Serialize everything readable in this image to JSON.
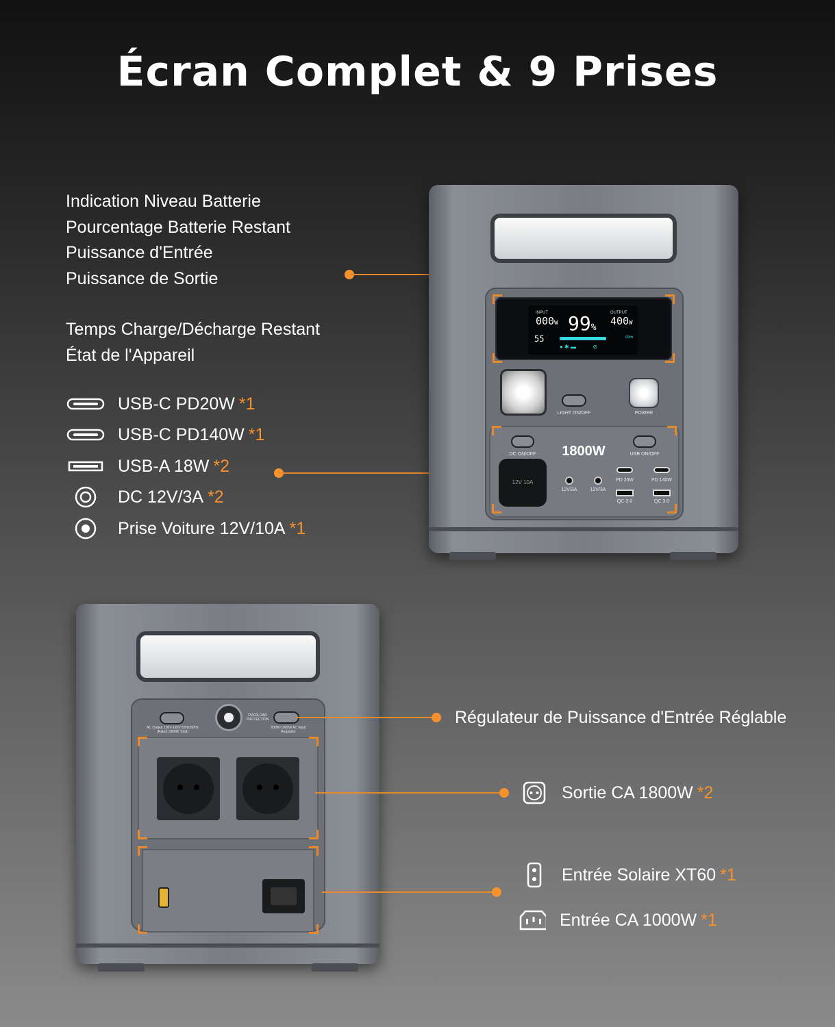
{
  "title": "Écran Complet & 9 Prises",
  "display_features": [
    "Indication Niveau Batterie",
    "Pourcentage Batterie Restant",
    "Puissance d'Entrée",
    "Puissance de Sortie"
  ],
  "display_features_2": [
    "Temps Charge/Décharge Restant",
    "État de l'Appareil"
  ],
  "ports": [
    {
      "label": "USB-C PD20W",
      "count": "*1",
      "icon": "usb-c-icon"
    },
    {
      "label": "USB-C PD140W",
      "count": "*1",
      "icon": "usb-c-icon"
    },
    {
      "label": "USB-A 18W",
      "count": "*2",
      "icon": "usb-a-icon"
    },
    {
      "label": "DC 12V/3A",
      "count": "*2",
      "icon": "dc-port-icon"
    },
    {
      "label": "Prise Voiture 12V/10A",
      "count": "*1",
      "icon": "car-socket-icon"
    }
  ],
  "rear_features": {
    "regulator": "Régulateur de Puissance d'Entrée Réglable",
    "ac_out": {
      "label": "Sortie CA 1800W",
      "count": "*2"
    },
    "solar_in": {
      "label": "Entrée Solaire XT60",
      "count": "*1"
    },
    "ac_in": {
      "label": "Entrée CA 1000W",
      "count": "*1"
    }
  },
  "front_device": {
    "screen": {
      "input_label": "INPUT",
      "input_value": "000",
      "input_unit": "W",
      "percent": "99",
      "percent_unit": "%",
      "output_label": "OUTPUT",
      "output_value": "400",
      "output_unit": "W",
      "time_value": "55",
      "freq": "60Hz"
    },
    "light_label": "LIGHT ON/OFF",
    "power_label": "POWER",
    "wattage": "1800W",
    "dc_label": "DC ON/OFF",
    "usb_label": "USB ON/OFF",
    "car_socket": "12V 10A",
    "dc1": "12V/3A",
    "dc2": "12V/3A",
    "pd20": "PD 20W",
    "pd140": "PD 140W",
    "qc1": "QC 3.0",
    "qc2": "QC 3.0"
  },
  "rear_device": {
    "ac_text": "AC Output 100V-120V 50Hz/60Hz (Rated 1800W Total)",
    "overload": "OVERLOAD PROTECTION",
    "regulator_text": "500W-1000W AC Input Regulator"
  },
  "colors": {
    "accent": "#f5922e",
    "text": "#ffffff"
  }
}
